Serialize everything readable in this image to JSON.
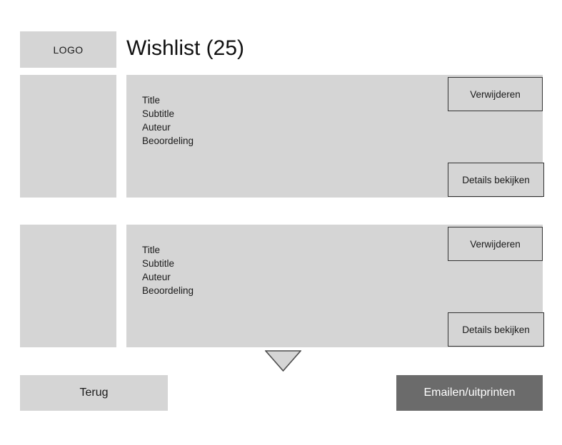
{
  "header": {
    "logo_label": "LOGO",
    "title": "Wishlist (25)"
  },
  "items": [
    {
      "title": "Title",
      "subtitle": "Subtitle",
      "author": "Auteur",
      "rating": "Beoordeling",
      "remove_label": "Verwijderen",
      "details_label": "Details bekijken"
    },
    {
      "title": "Title",
      "subtitle": "Subtitle",
      "author": "Auteur",
      "rating": "Beoordeling",
      "remove_label": "Verwijderen",
      "details_label": "Details bekijken"
    }
  ],
  "scroll_indicator": {
    "icon": "triangle-down-icon"
  },
  "footer": {
    "back_label": "Terug",
    "print_label": "Emailen/uitprinten"
  },
  "colors": {
    "placeholder_gray": "#d5d5d5",
    "dark_button": "#6b6b6b",
    "button_border": "#333333",
    "page_background": "#ffffff",
    "text": "#1a1a1a"
  }
}
